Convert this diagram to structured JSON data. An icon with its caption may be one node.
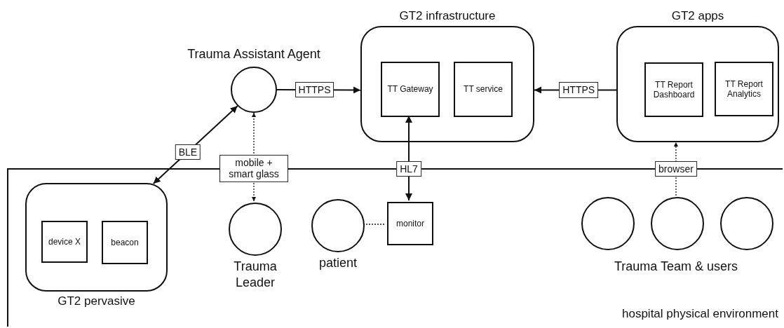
{
  "diagram": {
    "nodes": [
      {
        "text": [
          "Trauma Assistant Agent"
        ]
      },
      {
        "text": [
          "GT2 infrastructure"
        ]
      },
      {
        "text": [
          "TT Gateway"
        ],
        "in": 1
      },
      {
        "text": [
          "TT service"
        ],
        "in": 1
      },
      {
        "text": [
          "GT2 apps"
        ]
      },
      {
        "text": [
          "TT Report Dashboard"
        ],
        "in": 4
      },
      {
        "text": [
          "TT Report Analytics"
        ],
        "in": 4
      },
      {
        "text": [
          "hospital physical environment"
        ]
      },
      {
        "text": [
          "GT2 pervasive"
        ],
        "in": 7
      },
      {
        "text": [
          "device X"
        ],
        "in": 8
      },
      {
        "text": [
          "beacon"
        ],
        "in": 8
      },
      {
        "text": [
          "Trauma Leader"
        ],
        "in": 7
      },
      {
        "text": [
          "patient"
        ],
        "in": 7
      },
      {
        "text": [
          "monitor"
        ],
        "in": 7
      },
      {
        "text": [],
        "shape": "circle",
        "in": 7
      },
      {
        "text": [],
        "shape": "circle",
        "in": 7
      },
      {
        "text": [],
        "shape": "circle",
        "in": 7
      }
    ],
    "edges": [
      {
        "from": 0,
        "to": 1,
        "arrow": "to",
        "label": "HTTPS"
      },
      {
        "from": 4,
        "to": 1,
        "arrow": "to",
        "label": "HTTPS"
      },
      {
        "from": 8,
        "to": 0,
        "arrow": "both",
        "label": "BLE"
      },
      {
        "from": 0,
        "to": 11,
        "arrow": "both",
        "label": "mobile + smart glass",
        "style": "dashed"
      },
      {
        "from": 13,
        "to": 2,
        "arrow": "both",
        "label": "HL7"
      },
      {
        "from": 12,
        "to": 13,
        "arrow": "none",
        "style": "dashed"
      },
      {
        "from": 15,
        "to": 4,
        "arrow": "to",
        "label": "browser",
        "style": "dashed"
      }
    ],
    "labels": [
      "Trauma Team & users"
    ]
  }
}
